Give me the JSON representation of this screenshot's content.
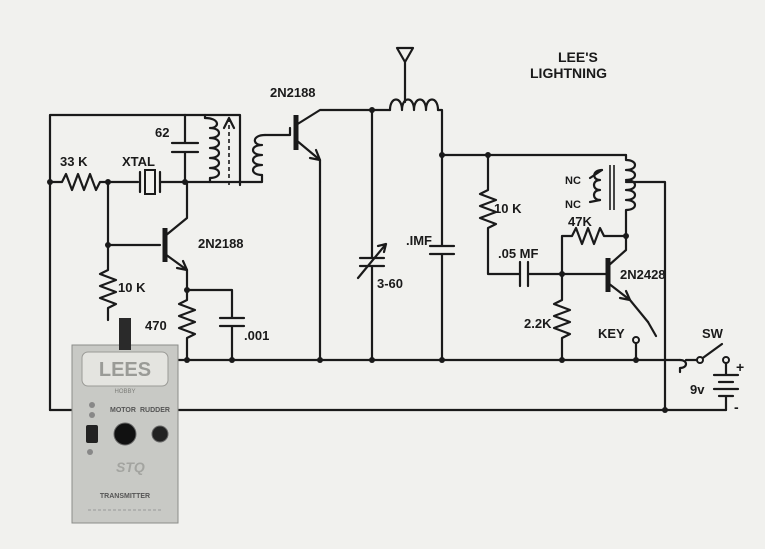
{
  "title": {
    "line1": "LEE'S",
    "line2": "LIGHTNING"
  },
  "components": {
    "r_input": "33 K",
    "xtal": "XTAL",
    "cap_tank": "62",
    "q1_top": "2N2188",
    "q_osc": "2N2188",
    "r_bias": "10 K",
    "r_emitter": "470",
    "cap_emitter": ".001",
    "trimmer": "3-60",
    "cap_ant": ".IMF",
    "r_10k_right": "10 K",
    "r_47k": "47K",
    "cap_05": ".05 MF",
    "q_audio": "2N2428",
    "r_22k": "2.2K",
    "key": "KEY",
    "nc1": "NC",
    "nc2": "NC",
    "sw": "SW",
    "battery": "9v",
    "plus": "+",
    "minus": "-"
  },
  "product_box": {
    "brand": "LEES",
    "sub": "HOBBY",
    "motor": "MOTOR",
    "rudder": "RUDDER",
    "logo": "STQ",
    "name": "TRANSMITTER"
  }
}
